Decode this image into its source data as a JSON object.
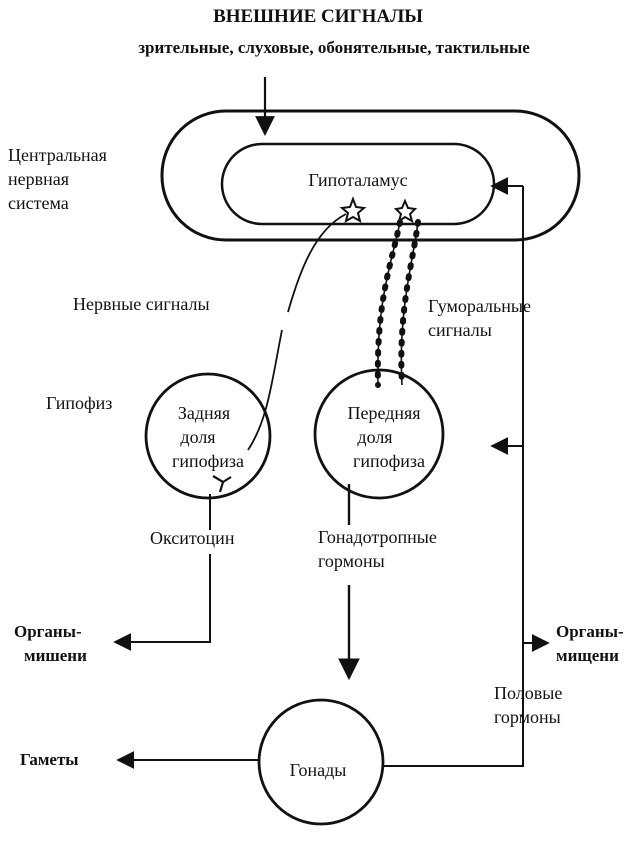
{
  "header": {
    "title": "ВНЕШНИЕ СИГНАЛЫ",
    "subtitle": "зрительные, слуховые, обонятельные, тактильные"
  },
  "labels": {
    "cns_line1": "Центральная",
    "cns_line2": "нервная",
    "cns_line3": "система",
    "hypothalamus": "Гипоталамус",
    "nerve_signals": "Нервные сигналы",
    "humoral_line1": "Гуморальные",
    "humoral_line2": "сигналы",
    "pituitary": "Гипофиз",
    "posterior_line1": "Задняя",
    "posterior_line2": "доля",
    "posterior_line3": "гипофиза",
    "anterior_line1": "Передняя",
    "anterior_line2": "доля",
    "anterior_line3": "гипофиза",
    "oxytocin": "Окситоцин",
    "gonadotropic_line1": "Гонадотропные",
    "gonadotropic_line2": "гормоны",
    "targets_left_line1": "Органы-",
    "targets_left_line2": "мишени",
    "targets_right_line1": "Органы-",
    "targets_right_line2": "мищени",
    "sex_hormones_line1": "Половые",
    "sex_hormones_line2": "гормоны",
    "gametes": "Гаметы",
    "gonads": "Гонады"
  }
}
